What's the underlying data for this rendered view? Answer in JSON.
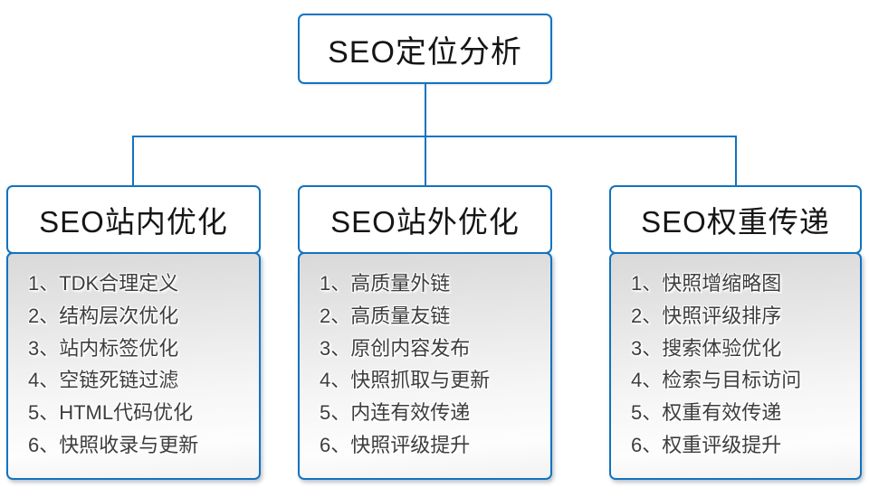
{
  "root": {
    "label": "SEO定位分析"
  },
  "branches": [
    {
      "title": "SEO站内优化",
      "items": [
        "1、TDK合理定义",
        "2、结构层次优化",
        "3、站内标签优化",
        "4、空链死链过滤",
        "5、HTML代码优化",
        "6、快照收录与更新"
      ]
    },
    {
      "title": "SEO站外优化",
      "items": [
        "1、高质量外链",
        "2、高质量友链",
        "3、原创内容发布",
        "4、快照抓取与更新",
        "5、内连有效传递",
        "6、快照评级提升"
      ]
    },
    {
      "title": "SEO权重传递",
      "items": [
        "1、快照增缩略图",
        "2、快照评级排序",
        "3、搜索体验优化",
        "4、检索与目标访问",
        "5、权重有效传递",
        "6、权重评级提升"
      ]
    }
  ],
  "colors": {
    "accent_blue": "#1273BF",
    "body_gradient_top": "#d9d9d9",
    "body_gradient_bottom": "#f2f2f2",
    "title_text": "#151515",
    "item_text": "#3d3d3d"
  }
}
